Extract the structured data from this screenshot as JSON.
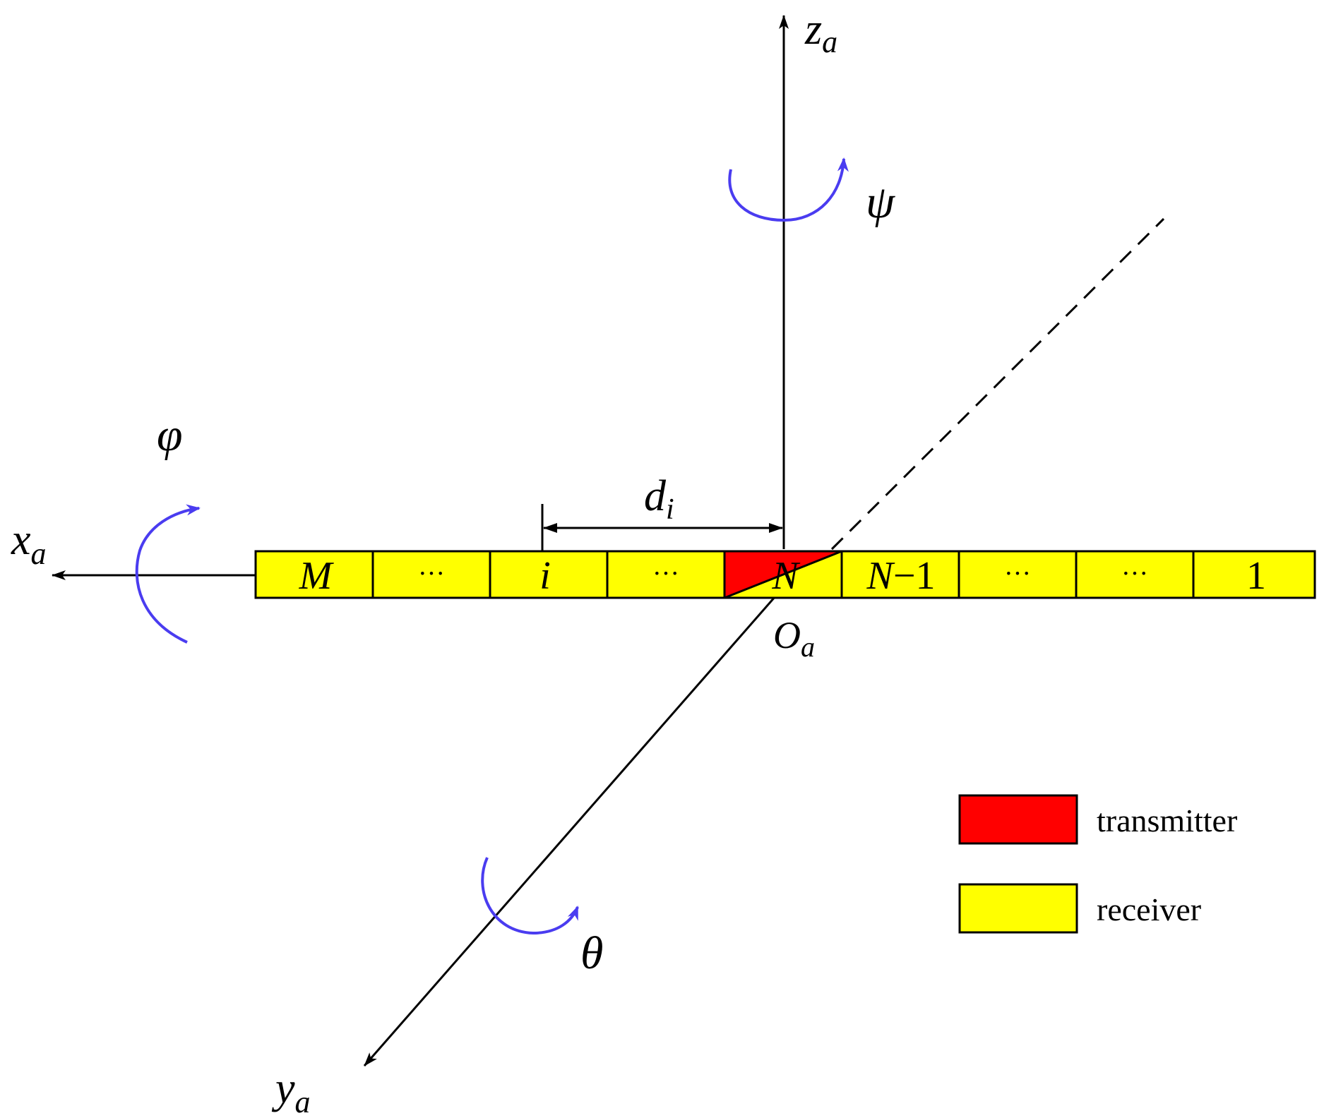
{
  "axes": {
    "x": {
      "base": "x",
      "sub": "a"
    },
    "y": {
      "base": "y",
      "sub": "a"
    },
    "z": {
      "base": "z",
      "sub": "a"
    },
    "origin": {
      "base": "O",
      "sub": "a"
    }
  },
  "rotations": {
    "roll": "φ",
    "pitch": "θ",
    "yaw": "ψ"
  },
  "distance_label": {
    "base": "d",
    "sub": "i"
  },
  "array_cells": [
    {
      "label": "M",
      "role": "receiver",
      "style": "italic"
    },
    {
      "label": "···",
      "role": "receiver",
      "style": "dots"
    },
    {
      "label": "i",
      "role": "receiver",
      "style": "italic"
    },
    {
      "label": "···",
      "role": "receiver",
      "style": "dots"
    },
    {
      "label": "N",
      "role": "transmitter",
      "style": "italic"
    },
    {
      "label_main": "N",
      "label_suffix": "−1",
      "role": "receiver",
      "style": "mixed"
    },
    {
      "label": "···",
      "role": "receiver",
      "style": "dots"
    },
    {
      "label": "···",
      "role": "receiver",
      "style": "dots"
    },
    {
      "label": "1",
      "role": "receiver",
      "style": "roman"
    }
  ],
  "legend": [
    {
      "label": "transmitter",
      "color": "#ff0000"
    },
    {
      "label": "receiver",
      "color": "#ffff00"
    }
  ],
  "colors": {
    "transmitter": "#ff0000",
    "receiver": "#ffff00",
    "rotation_arrow": "#4a3cf0",
    "axis": "#000000"
  }
}
